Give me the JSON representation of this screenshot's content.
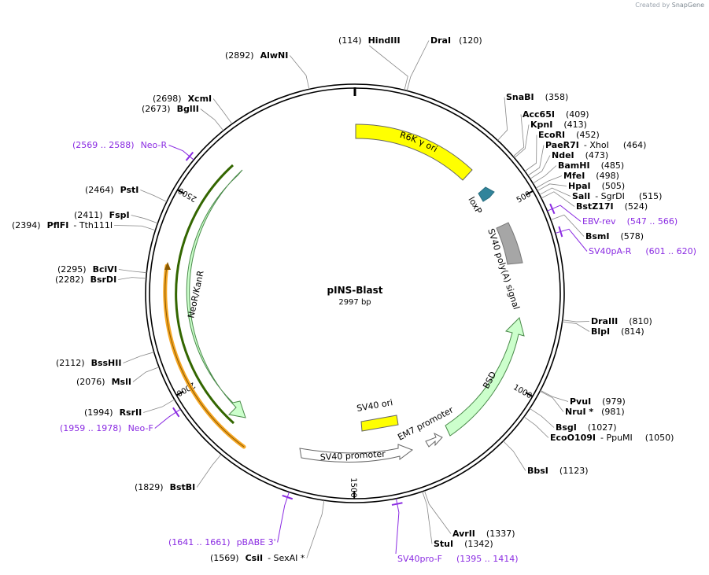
{
  "branding": {
    "created_by": "Created by",
    "app": "SnapGene"
  },
  "plasmid": {
    "name": "pINS-Blast",
    "size": "2997 bp",
    "length": 2997
  },
  "ticks": [
    "500",
    "1000",
    "1500",
    "2000",
    "2500"
  ],
  "sites": [
    {
      "num": "(114)",
      "name": "HindIII",
      "suffix": "",
      "pos": 114
    },
    {
      "num": "(120)",
      "name": "DraI",
      "suffix": "",
      "pos": 120
    },
    {
      "num": "(358)",
      "name": "SnaBI",
      "suffix": "",
      "pos": 358
    },
    {
      "num": "(409)",
      "name": "Acc65I",
      "suffix": "",
      "pos": 409
    },
    {
      "num": "(413)",
      "name": "KpnI",
      "suffix": "",
      "pos": 413
    },
    {
      "num": "(452)",
      "name": "EcoRI",
      "suffix": "",
      "pos": 452
    },
    {
      "num": "(464)",
      "name": "PaeR7I",
      "suffix": "- XhoI",
      "pos": 464
    },
    {
      "num": "(473)",
      "name": "NdeI",
      "suffix": "",
      "pos": 473
    },
    {
      "num": "(485)",
      "name": "BamHI",
      "suffix": "",
      "pos": 485
    },
    {
      "num": "(498)",
      "name": "MfeI",
      "suffix": "",
      "pos": 498
    },
    {
      "num": "(505)",
      "name": "HpaI",
      "suffix": "",
      "pos": 505
    },
    {
      "num": "(515)",
      "name": "SalI",
      "suffix": "- SgrDI",
      "pos": 515
    },
    {
      "num": "(524)",
      "name": "BstZ17I",
      "suffix": "",
      "pos": 524
    },
    {
      "num": "(578)",
      "name": "BsmI",
      "suffix": "",
      "pos": 578
    },
    {
      "num": "(810)",
      "name": "DraIII",
      "suffix": "",
      "pos": 810
    },
    {
      "num": "(814)",
      "name": "BlpI",
      "suffix": "",
      "pos": 814
    },
    {
      "num": "(979)",
      "name": "PvuI",
      "suffix": "",
      "pos": 979
    },
    {
      "num": "(981)",
      "name": "NruI *",
      "suffix": "",
      "pos": 981
    },
    {
      "num": "(1027)",
      "name": "BsgI",
      "suffix": "",
      "pos": 1027
    },
    {
      "num": "(1050)",
      "name": "EcoO109I",
      "suffix": "- PpuMI",
      "pos": 1050
    },
    {
      "num": "(1123)",
      "name": "BbsI",
      "suffix": "",
      "pos": 1123
    },
    {
      "num": "(1337)",
      "name": "AvrII",
      "suffix": "",
      "pos": 1337
    },
    {
      "num": "(1342)",
      "name": "StuI",
      "suffix": "",
      "pos": 1342
    },
    {
      "num": "(1569)",
      "name": "CsiI",
      "suffix": "- SexAI *",
      "pos": 1569
    },
    {
      "num": "(1829)",
      "name": "BstBI",
      "suffix": "",
      "pos": 1829
    },
    {
      "num": "(1994)",
      "name": "RsrII",
      "suffix": "",
      "pos": 1994
    },
    {
      "num": "(2076)",
      "name": "MslI",
      "suffix": "",
      "pos": 2076
    },
    {
      "num": "(2112)",
      "name": "BssHII",
      "suffix": "",
      "pos": 2112
    },
    {
      "num": "(2282)",
      "name": "BsrDI",
      "suffix": "",
      "pos": 2282
    },
    {
      "num": "(2295)",
      "name": "BciVI",
      "suffix": "",
      "pos": 2295
    },
    {
      "num": "(2394)",
      "name": "PflFI",
      "suffix": "- Tth111I",
      "pos": 2394
    },
    {
      "num": "(2411)",
      "name": "FspI",
      "suffix": "",
      "pos": 2411
    },
    {
      "num": "(2464)",
      "name": "PstI",
      "suffix": "",
      "pos": 2464
    },
    {
      "num": "(2673)",
      "name": "BglII",
      "suffix": "",
      "pos": 2673
    },
    {
      "num": "(2698)",
      "name": "XcmI",
      "suffix": "",
      "pos": 2698
    },
    {
      "num": "(2892)",
      "name": "AlwNI",
      "suffix": "",
      "pos": 2892
    }
  ],
  "primers": [
    {
      "label": "EBV-rev",
      "range": "(547 .. 566)",
      "pos": 556
    },
    {
      "label": "SV40pA-R",
      "range": "(601 .. 620)",
      "pos": 610
    },
    {
      "label": "SV40pro-F",
      "range": "(1395 .. 1414)",
      "pos": 1404
    },
    {
      "label": "pBABE 3'",
      "range": "(1641 .. 1661)",
      "pos": 1651
    },
    {
      "label": "Neo-F",
      "range": "(1959 .. 1978)",
      "pos": 1968
    },
    {
      "label": "Neo-R",
      "range": "(2569 .. 2588)",
      "pos": 2578
    }
  ],
  "features": [
    {
      "label": "R6K γ ori",
      "color": "#ffff00"
    },
    {
      "label": "loxP",
      "color": "#31849b"
    },
    {
      "label": "SV40 poly(A) signal",
      "color": "#a6a6a6"
    },
    {
      "label": "BSD",
      "color": "#ccffcc"
    },
    {
      "label": "EM7 promoter",
      "color": "#ffffff"
    },
    {
      "label": "SV40 ori",
      "color": "#ffff00"
    },
    {
      "label": "SV40 promoter",
      "color": "#ffffff"
    },
    {
      "label": "NeoR/KanR",
      "color": "#ccffcc"
    }
  ],
  "colors": {
    "primer": "#8a2be2",
    "backbone": "#000000",
    "neo_gene": "#336600",
    "orange_arc": "#f5a623"
  }
}
